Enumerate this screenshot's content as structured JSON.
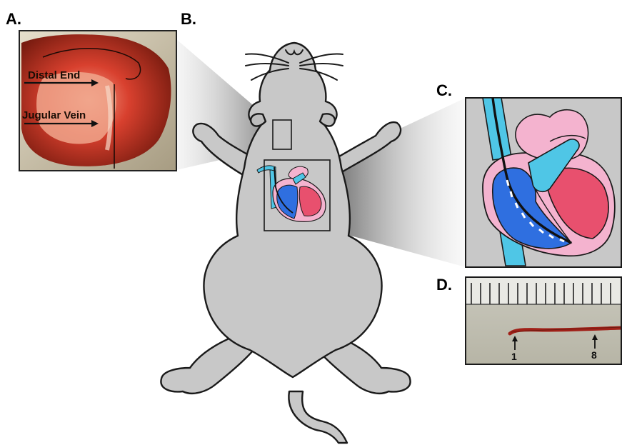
{
  "panels": {
    "a": {
      "letter": "A.",
      "labels": {
        "distal_end": "Distal End",
        "jugular_vein": "Jugular Vein"
      }
    },
    "b": {
      "letter": "B."
    },
    "c": {
      "letter": "C."
    },
    "d": {
      "letter": "D.",
      "markers": [
        "1",
        "8"
      ]
    }
  },
  "colors": {
    "background": "#ffffff",
    "rat_body": "#c8c8c8",
    "outline": "#1a1a1a",
    "zoom_wedge": "#9a9a9a",
    "vein_cyan": "#4fc6e6",
    "right_heart_blue": "#2f6fe0",
    "left_heart_red": "#e8506e",
    "atrium_pink": "#f4b3cf",
    "catheter": "#111111",
    "catheter_electrodes": "#ffffff",
    "tissue_red": "#b5261c",
    "fur": "#cfc6b0",
    "ruler_bg": "#dcdcd4",
    "catheter_photo": "#a02018"
  }
}
